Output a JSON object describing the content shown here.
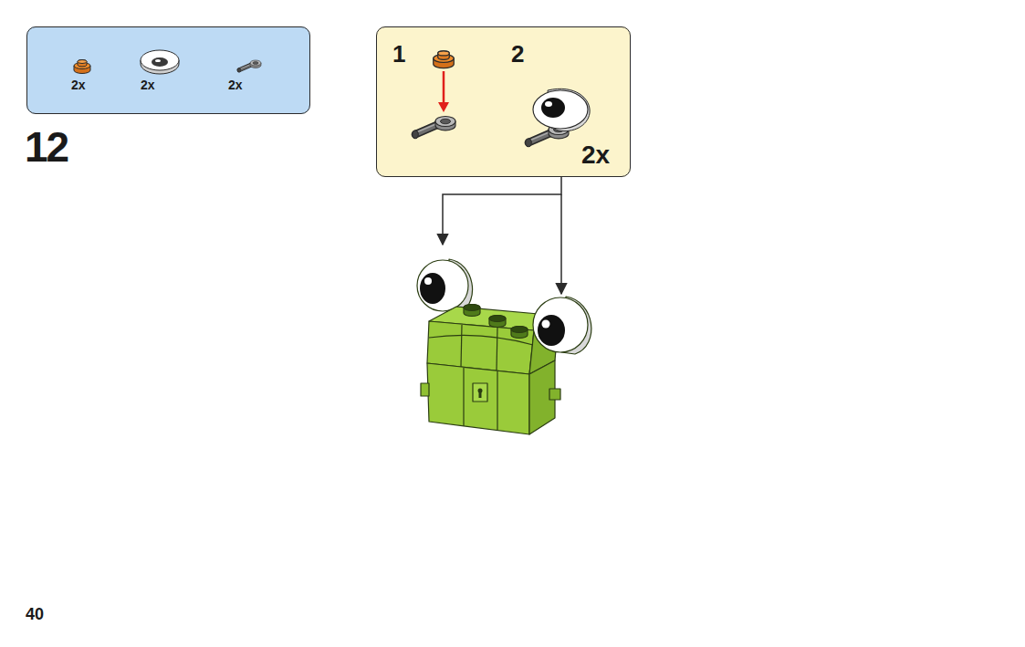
{
  "diagram": {
    "nodes": [
      {
        "text": [
          "2x",
          "2x",
          "2x"
        ]
      },
      {
        "text": [
          "1",
          "2",
          "2x"
        ]
      }
    ],
    "labels": [
      "12",
      "40"
    ]
  }
}
